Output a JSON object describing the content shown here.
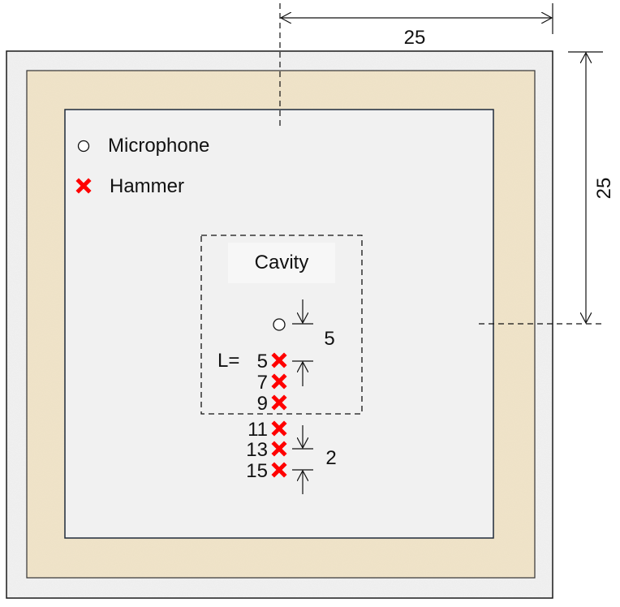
{
  "dimensions": {
    "horizontal": "25",
    "vertical": "25",
    "mic_to_first_hammer": "5",
    "hammer_spacing": "2"
  },
  "legend": {
    "microphone": "Microphone",
    "hammer": "Hammer"
  },
  "cavity_label": "Cavity",
  "hammer_prefix": "L=",
  "hammer_positions": [
    "5",
    "7",
    "9",
    "11",
    "13",
    "15"
  ],
  "colors": {
    "hammer": "#ff0000",
    "outer_layer": "#eeeeee",
    "middle_layer": "#efe3c8",
    "inner_area": "#f1f1f1",
    "line": "#1a1a1a"
  }
}
